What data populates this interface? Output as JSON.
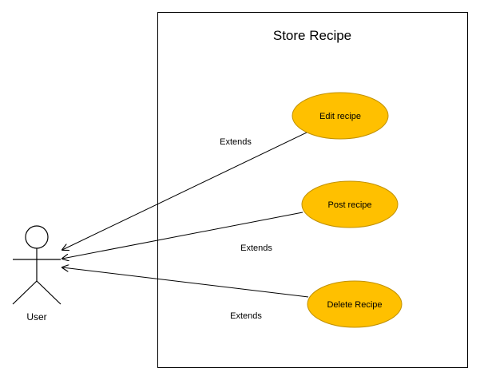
{
  "diagram": {
    "system": {
      "title": "Store Recipe"
    },
    "actor": {
      "name": "User"
    },
    "use_cases": [
      {
        "label": "Edit recipe"
      },
      {
        "label": "Post recipe"
      },
      {
        "label": "Delete Recipe"
      }
    ],
    "relations": [
      {
        "label": "Extends"
      },
      {
        "label": "Extends"
      },
      {
        "label": "Extends"
      }
    ],
    "colors": {
      "use_case_fill": "#ffc000",
      "use_case_stroke": "#c09000",
      "line": "#000000",
      "background": "#ffffff"
    }
  }
}
